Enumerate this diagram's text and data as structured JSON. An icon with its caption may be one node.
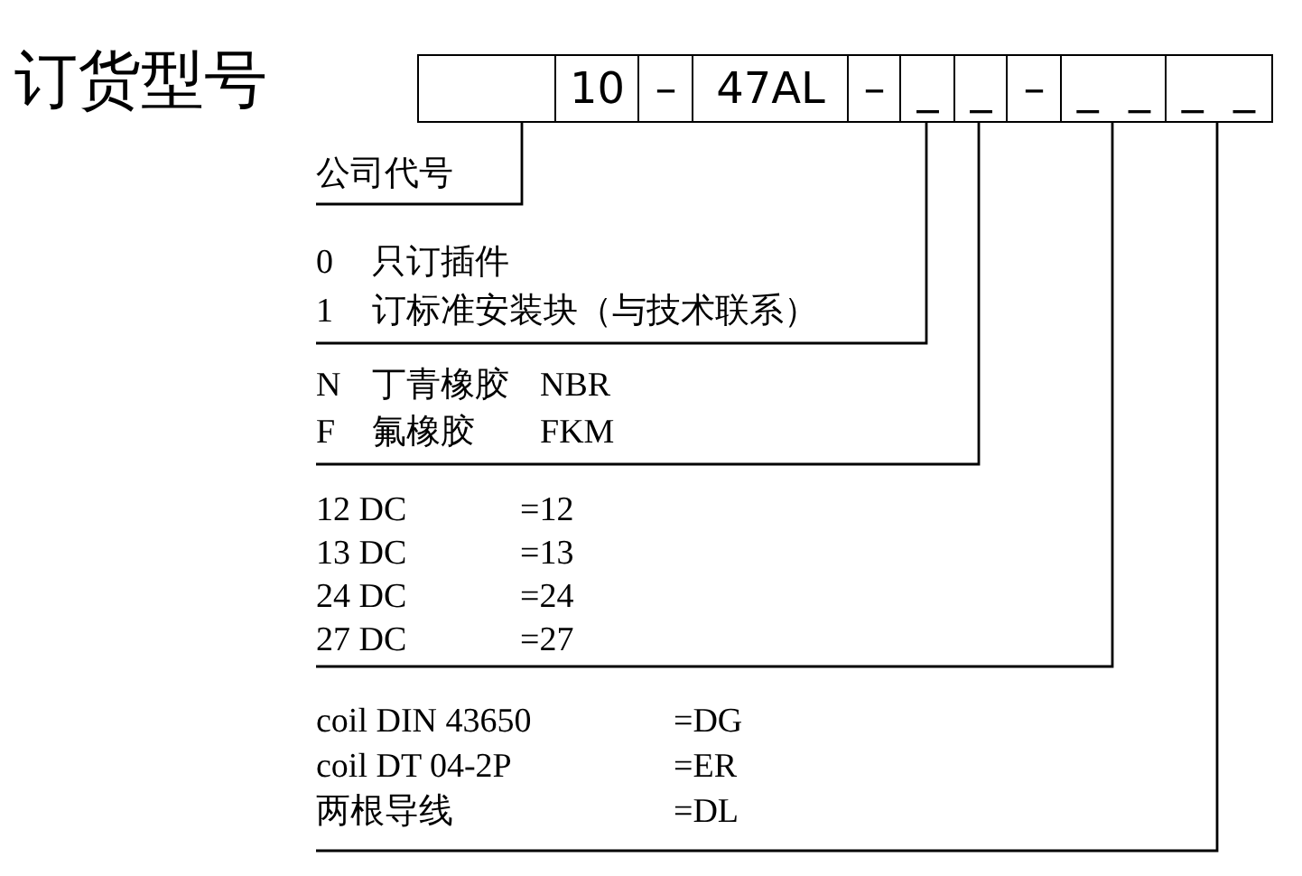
{
  "diagram": {
    "title": "订货型号",
    "nodes": [
      {
        "text": [],
        "shape": "box"
      },
      {
        "text": [
          "10"
        ]
      },
      {
        "text": [
          "–"
        ]
      },
      {
        "text": [
          "47AL"
        ]
      },
      {
        "text": [
          "–"
        ]
      },
      {
        "text": [
          "_"
        ]
      },
      {
        "text": [
          "_"
        ]
      },
      {
        "text": [
          "–"
        ]
      },
      {
        "text": [
          "_ _"
        ]
      },
      {
        "text": [
          "_ _"
        ]
      },
      {
        "text": [
          "公司代号"
        ]
      },
      {
        "text": [
          "0",
          "只订插件",
          "1",
          "订标准安装块（与技术联系）"
        ]
      },
      {
        "text": [
          "N",
          "丁青橡胶",
          "NBR",
          "F",
          "氟橡胶",
          "FKM"
        ]
      },
      {
        "text": [
          "12 DC",
          "=12",
          "13 DC",
          "=13",
          "24 DC",
          "=24",
          "27 DC",
          "=27"
        ]
      },
      {
        "text": [
          "coil DIN 43650",
          "=DG",
          "coil DT 04-2P",
          "=ER",
          "两根导线",
          "=DL"
        ]
      }
    ],
    "edges": [
      {
        "from": 10,
        "to": 0,
        "arrow": "none"
      },
      {
        "from": 11,
        "to": 5,
        "arrow": "none"
      },
      {
        "from": 12,
        "to": 6,
        "arrow": "none"
      },
      {
        "from": 13,
        "to": 8,
        "arrow": "none"
      },
      {
        "from": 14,
        "to": 9,
        "arrow": "none"
      }
    ]
  }
}
